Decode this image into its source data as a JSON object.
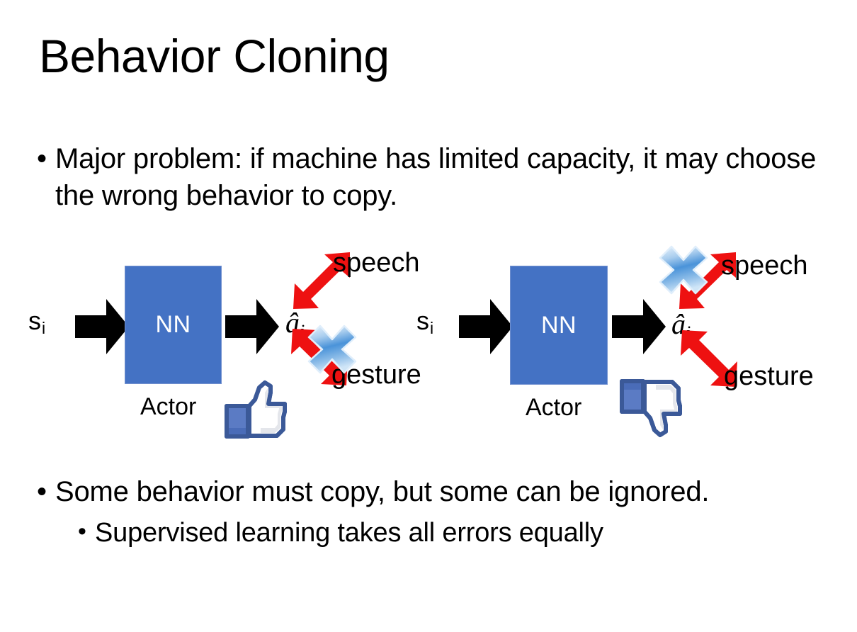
{
  "slide": {
    "title": "Behavior Cloning",
    "background_color": "#FFFFFF"
  },
  "bullets": {
    "top": {
      "marker": "•",
      "text": "Major problem: if machine has limited capacity, it may choose the wrong behavior to copy."
    },
    "bottom_level1": {
      "marker": "•",
      "text": "Some behavior must copy, but some can be ignored."
    },
    "bottom_level2": {
      "marker": "•",
      "text": "Supervised learning takes all errors equally"
    }
  },
  "colors": {
    "nn_box_fill": "#4472C4",
    "nn_box_border": "#7290CF",
    "arrow_black": "#000000",
    "arrow_red": "#EE1111",
    "x_mark_blue": "#2E8BD6",
    "thumb_outline": "#3B5998",
    "text_black": "#000000"
  },
  "diagrams": [
    {
      "id": "left",
      "state_label": {
        "base": "s",
        "sub": "i"
      },
      "nn_label": "NN",
      "actor_label": "Actor",
      "action_label": {
        "base": "â",
        "sub": "i"
      },
      "outputs": [
        {
          "name": "speech",
          "label": "speech",
          "crossed_out": false
        },
        {
          "name": "gesture",
          "label": "gesture",
          "crossed_out": true
        }
      ],
      "feedback_icon": "thumbs-up-icon",
      "feedback_sentiment": "positive"
    },
    {
      "id": "right",
      "state_label": {
        "base": "s",
        "sub": "i"
      },
      "nn_label": "NN",
      "actor_label": "Actor",
      "action_label": {
        "base": "â",
        "sub": "i"
      },
      "outputs": [
        {
          "name": "speech",
          "label": "speech",
          "crossed_out": true
        },
        {
          "name": "gesture",
          "label": "gesture",
          "crossed_out": false
        }
      ],
      "feedback_icon": "thumbs-down-icon",
      "feedback_sentiment": "negative"
    }
  ]
}
